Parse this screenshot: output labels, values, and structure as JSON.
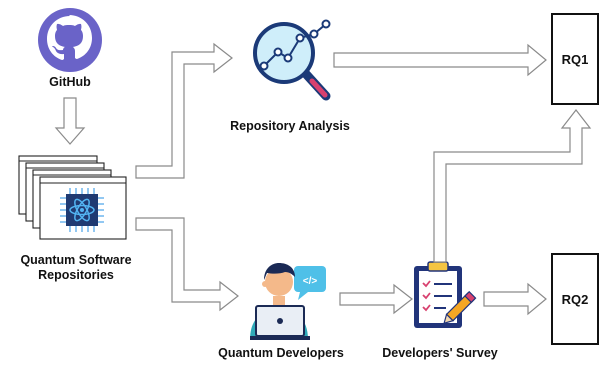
{
  "nodes": {
    "github": {
      "label": "GitHub"
    },
    "repositories": {
      "label_line1": "Quantum Software",
      "label_line2": "Repositories"
    },
    "repository_analysis": {
      "label": "Repository Analysis"
    },
    "developers": {
      "label": "Quantum Developers"
    },
    "survey": {
      "label": "Developers' Survey"
    },
    "rq1": {
      "label": "RQ1"
    },
    "rq2": {
      "label": "RQ2"
    }
  },
  "icons": {
    "github": "github-octocat-icon",
    "repositories": "stacked-windows-atom-icon",
    "analysis": "magnifier-chart-icon",
    "developers": "developer-laptop-icon",
    "survey": "clipboard-checklist-icon"
  },
  "colors": {
    "github_purple": "#6a63c8",
    "atom_blue": "#3a8fe0",
    "chip_navy": "#1f3a72",
    "magnifier_glass": "#cfeefa",
    "magnifier_ring": "#1b3a78",
    "magnifier_handle": "#d8416f",
    "developer_shirt": "#2fa9b8",
    "developer_skin": "#f4b98a",
    "speech_bubble": "#4fc0e8",
    "clipboard": "#21347a",
    "pencil": "#f5a623",
    "arrow_stroke": "#8a8a8a"
  }
}
